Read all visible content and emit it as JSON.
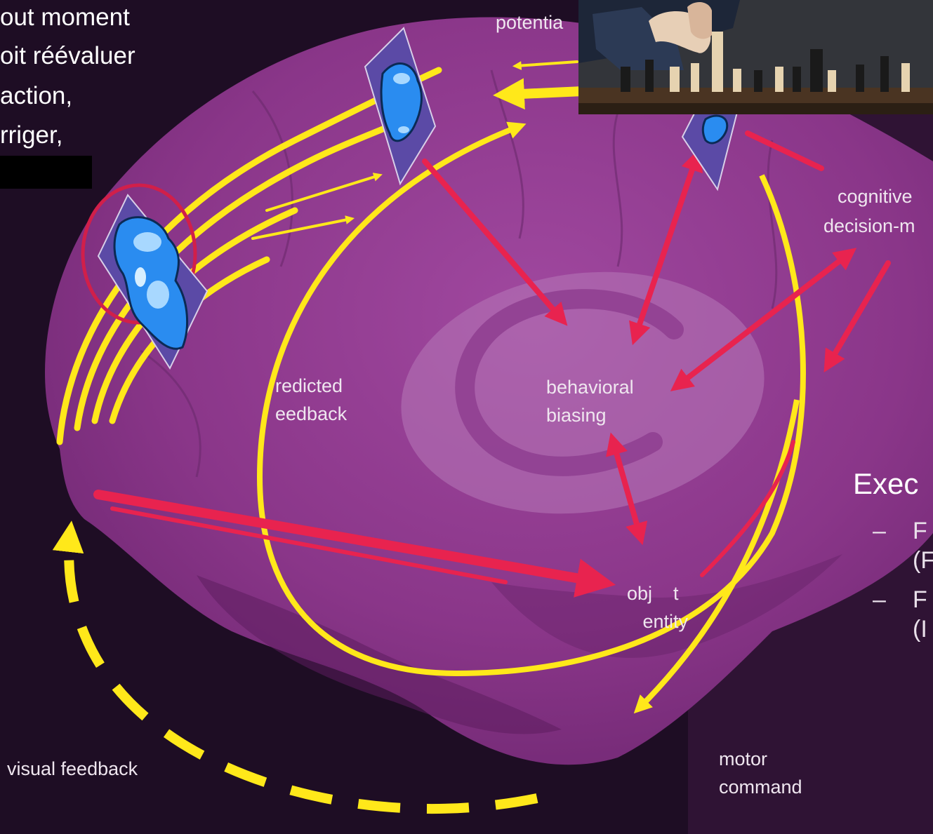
{
  "slide_text": [
    "out moment",
    "oit réévaluer",
    " action,",
    "rriger,"
  ],
  "labels": {
    "potential": "potentia",
    "cognitive_1": "cognitive",
    "cognitive_2": "decision-m",
    "predicted_1": "redicted",
    "predicted_2": "eedback",
    "behavioral_1": "behavioral",
    "behavioral_2": "biasing",
    "object_1": "obj    t",
    "object_2": "   entity",
    "visual": "visual feedback",
    "motor_1": "motor",
    "motor_2": "command"
  },
  "exec": {
    "heading": "Exec",
    "items": [
      {
        "dash": "–",
        "line1": "F",
        "line2": "(F"
      },
      {
        "dash": "–",
        "line1": "F",
        "line2": "(I"
      }
    ]
  },
  "photo": {
    "icon": "chess-player-photo"
  },
  "colors": {
    "background": "#1e0d24",
    "brain": "#8a3689",
    "yellow_arrow": "#ffe81a",
    "red_arrow": "#e8234f",
    "patch_blue": "#2a8cf0"
  }
}
